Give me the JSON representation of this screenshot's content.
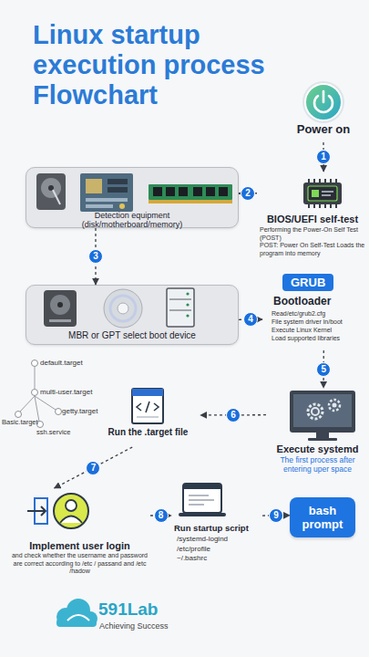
{
  "diagram": {
    "title": "Linux startup execution process Flowchart",
    "nodes": [
      {
        "text": [
          "Power on"
        ]
      },
      {
        "text": [
          "Detection equipment (disk/motherboard/memory)"
        ]
      },
      {
        "text": [
          "BIOS/UEFI self-test",
          "Performing the Power-On Self Test (POST)",
          "POST: Power On Self-Test Loads the program into memory"
        ]
      },
      {
        "text": [
          "MBR or GPT select boot device"
        ]
      },
      {
        "text": [
          "GRUB",
          "Bootloader",
          "Read/etc/grub2.cfg",
          "File system driver in/boot",
          "Execute Linux Kernel",
          "Load supported libraries"
        ]
      },
      {
        "text": [
          "Execute systemd",
          "The first process after entering uper space"
        ]
      },
      {
        "text": [
          "Run the .target file"
        ]
      },
      {
        "text": [
          "Implement user login",
          "and check whether the username and password are correct according to /etc / passand and /etc /hadow"
        ]
      },
      {
        "text": [
          "Run startup script",
          "/systemd-logind",
          "/etc/profile",
          "~/.bashrc"
        ]
      },
      {
        "text": [
          "bash prompt"
        ]
      }
    ],
    "edges": [
      {
        "from": 0,
        "to": 2,
        "arrow": "to",
        "label": "1"
      },
      {
        "from": 2,
        "to": 1,
        "arrow": "to",
        "label": "2"
      },
      {
        "from": 1,
        "to": 3,
        "arrow": "to",
        "label": "3"
      },
      {
        "from": 3,
        "to": 4,
        "arrow": "to",
        "label": "4"
      },
      {
        "from": 4,
        "to": 5,
        "arrow": "to",
        "label": "5"
      },
      {
        "from": 5,
        "to": 6,
        "arrow": "to",
        "label": "6"
      },
      {
        "from": 6,
        "to": 7,
        "arrow": "to",
        "label": "7"
      },
      {
        "from": 7,
        "to": 8,
        "arrow": "to",
        "label": "8"
      },
      {
        "from": 8,
        "to": 9,
        "arrow": "to",
        "label": "9"
      }
    ],
    "labels": [
      "default.target",
      "multi-user.target",
      "Basic.target",
      "getty.target",
      "ssh.service",
      "591Lab",
      "Achieving Success"
    ]
  }
}
